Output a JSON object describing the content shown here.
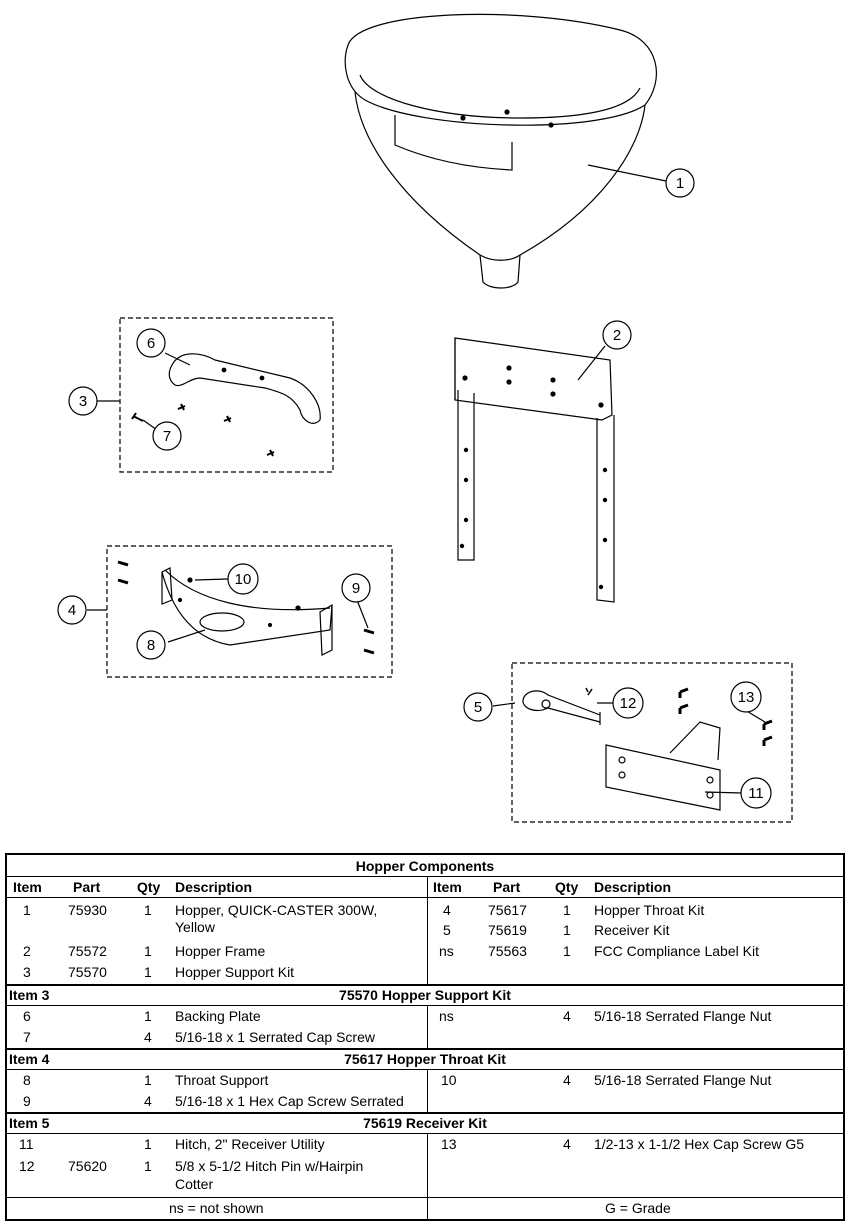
{
  "callouts": [
    "1",
    "2",
    "3",
    "4",
    "5",
    "6",
    "7",
    "8",
    "9",
    "10",
    "11",
    "12",
    "13"
  ],
  "table": {
    "title": "Hopper Components",
    "columns": [
      "Item",
      "Part",
      "Qty",
      "Description",
      "Item",
      "Part",
      "Qty",
      "Description"
    ],
    "main_rows_left": [
      {
        "item": "1",
        "part": "75930",
        "qty": "1",
        "desc": "Hopper, QUICK-CASTER 300W,",
        "desc2": "Yellow"
      },
      {
        "item": "2",
        "part": "75572",
        "qty": "1",
        "desc": "Hopper Frame"
      },
      {
        "item": "3",
        "part": "75570",
        "qty": "1",
        "desc": "Hopper Support Kit"
      }
    ],
    "main_rows_right": [
      {
        "item": "4",
        "part": "75617",
        "qty": "1",
        "desc": "Hopper Throat Kit"
      },
      {
        "item": "5",
        "part": "75619",
        "qty": "1",
        "desc": "Receiver Kit"
      },
      {
        "item": "ns",
        "part": "75563",
        "qty": "1",
        "desc": "FCC Compliance Label Kit"
      }
    ],
    "sections": [
      {
        "label": "Item 3",
        "title": "75570  Hopper Support Kit",
        "left": [
          {
            "item": "6",
            "qty": "1",
            "desc": "Backing Plate"
          },
          {
            "item": "7",
            "qty": "4",
            "desc": "5/16-18 x 1 Serrated Cap Screw"
          }
        ],
        "right": [
          {
            "item": "ns",
            "qty": "4",
            "desc": "5/16-18 Serrated Flange Nut"
          }
        ]
      },
      {
        "label": "Item 4",
        "title": "75617  Hopper Throat Kit",
        "left": [
          {
            "item": "8",
            "qty": "1",
            "desc": "Throat Support"
          },
          {
            "item": "9",
            "qty": "4",
            "desc": "5/16-18 x 1 Hex Cap Screw Serrated"
          }
        ],
        "right": [
          {
            "item": "10",
            "qty": "4",
            "desc": "5/16-18 Serrated Flange Nut"
          }
        ]
      },
      {
        "label": "Item 5",
        "title": "75619  Receiver Kit",
        "left": [
          {
            "item": "11",
            "qty": "1",
            "desc": "Hitch, 2\" Receiver Utility"
          },
          {
            "item": "12",
            "part": "75620",
            "qty": "1",
            "desc": "5/8 x 5-1/2 Hitch Pin w/Hairpin",
            "desc2": "Cotter"
          }
        ],
        "right": [
          {
            "item": "13",
            "qty": "4",
            "desc": "1/2-13 x 1-1/2 Hex Cap Screw G5"
          }
        ]
      }
    ],
    "footer_left": "ns = not shown",
    "footer_right": "G = Grade"
  }
}
